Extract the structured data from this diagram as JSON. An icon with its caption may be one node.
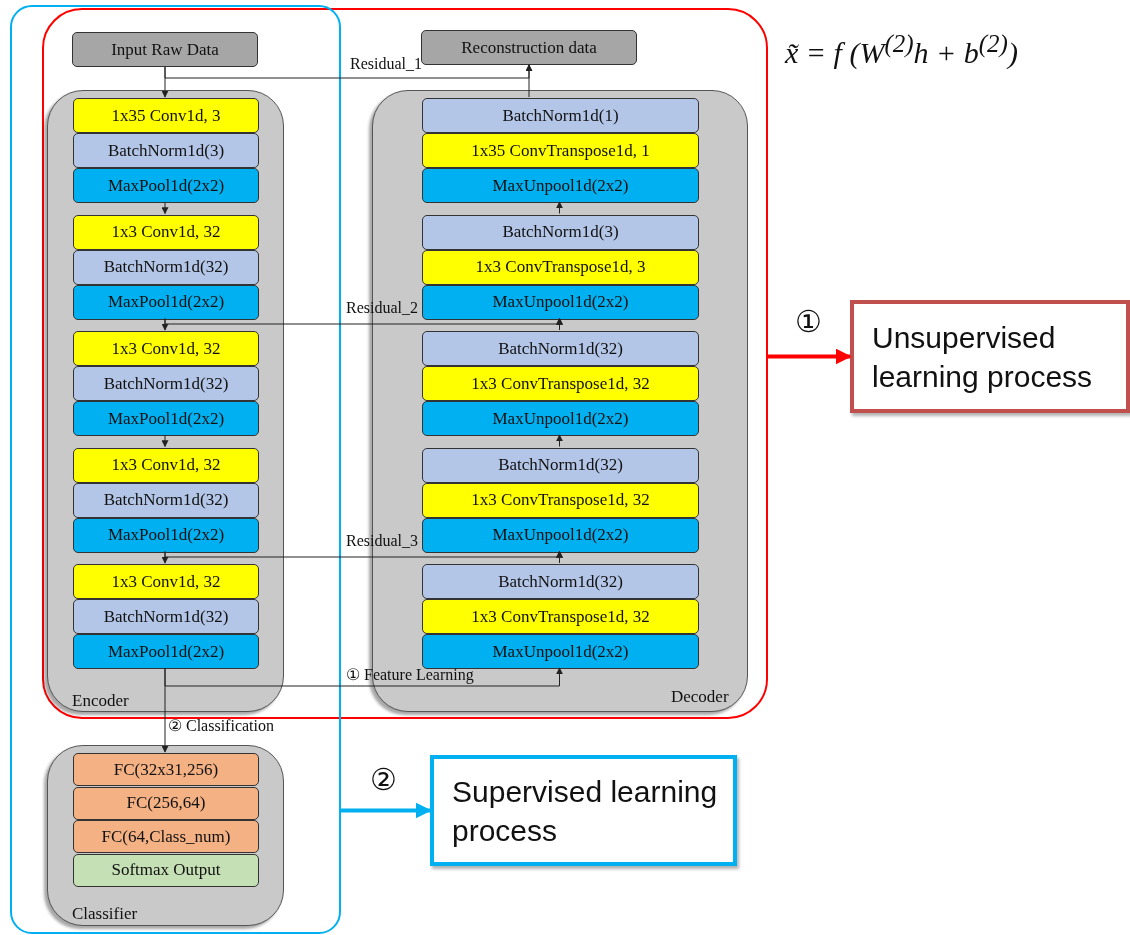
{
  "diagram": {
    "nodes": [
      {
        "text": [
          "Input Raw Data"
        ]
      },
      {
        "text": [
          "Reconstruction data"
        ]
      },
      {
        "text": [
          "Encoder"
        ]
      },
      {
        "text": [
          "1x35 Conv1d, 3"
        ],
        "in": 2
      },
      {
        "text": [
          "BatchNorm1d(3)"
        ],
        "in": 2
      },
      {
        "text": [
          "MaxPool1d(2x2)"
        ],
        "in": 2
      },
      {
        "text": [
          "1x3 Conv1d, 32"
        ],
        "in": 2
      },
      {
        "text": [
          "BatchNorm1d(32)"
        ],
        "in": 2
      },
      {
        "text": [
          "MaxPool1d(2x2)"
        ],
        "in": 2
      },
      {
        "text": [
          "1x3 Conv1d, 32"
        ],
        "in": 2
      },
      {
        "text": [
          "BatchNorm1d(32)"
        ],
        "in": 2
      },
      {
        "text": [
          "MaxPool1d(2x2)"
        ],
        "in": 2
      },
      {
        "text": [
          "1x3 Conv1d, 32"
        ],
        "in": 2
      },
      {
        "text": [
          "BatchNorm1d(32)"
        ],
        "in": 2
      },
      {
        "text": [
          "MaxPool1d(2x2)"
        ],
        "in": 2
      },
      {
        "text": [
          "1x3 Conv1d, 32"
        ],
        "in": 2
      },
      {
        "text": [
          "BatchNorm1d(32)"
        ],
        "in": 2
      },
      {
        "text": [
          "MaxPool1d(2x2)"
        ],
        "in": 2
      },
      {
        "text": [
          "Decoder"
        ]
      },
      {
        "text": [
          "BatchNorm1d(1)"
        ],
        "in": 18
      },
      {
        "text": [
          "1x35 ConvTranspose1d, 1"
        ],
        "in": 18
      },
      {
        "text": [
          "MaxUnpool1d(2x2)"
        ],
        "in": 18
      },
      {
        "text": [
          "BatchNorm1d(3)"
        ],
        "in": 18
      },
      {
        "text": [
          "1x3 ConvTranspose1d, 3"
        ],
        "in": 18
      },
      {
        "text": [
          "MaxUnpool1d(2x2)"
        ],
        "in": 18
      },
      {
        "text": [
          "BatchNorm1d(32)"
        ],
        "in": 18
      },
      {
        "text": [
          "1x3 ConvTranspose1d, 32"
        ],
        "in": 18
      },
      {
        "text": [
          "MaxUnpool1d(2x2)"
        ],
        "in": 18
      },
      {
        "text": [
          "BatchNorm1d(32)"
        ],
        "in": 18
      },
      {
        "text": [
          "1x3 ConvTranspose1d, 32"
        ],
        "in": 18
      },
      {
        "text": [
          "MaxUnpool1d(2x2)"
        ],
        "in": 18
      },
      {
        "text": [
          "BatchNorm1d(32)"
        ],
        "in": 18
      },
      {
        "text": [
          "1x3 ConvTranspose1d, 32"
        ],
        "in": 18
      },
      {
        "text": [
          "MaxUnpool1d(2x2)"
        ],
        "in": 18
      },
      {
        "text": [
          "Classifier"
        ]
      },
      {
        "text": [
          "FC(32x31,256)"
        ],
        "in": 34
      },
      {
        "text": [
          "FC(256,64)"
        ],
        "in": 34
      },
      {
        "text": [
          "FC(64,Class_num)"
        ],
        "in": 34
      },
      {
        "text": [
          "Softmax Output"
        ],
        "in": 34
      },
      {
        "text": [
          "Unsupervised learning process"
        ],
        "beside": [
          "①"
        ]
      },
      {
        "text": [
          "Supervised learning process"
        ],
        "beside": [
          "②"
        ]
      }
    ],
    "edges": [
      {
        "from": 0,
        "to": 3,
        "arrow": "to"
      },
      {
        "from": 5,
        "to": 6,
        "arrow": "to"
      },
      {
        "from": 8,
        "to": 9,
        "arrow": "to"
      },
      {
        "from": 11,
        "to": 12,
        "arrow": "to"
      },
      {
        "from": 14,
        "to": 15,
        "arrow": "to"
      },
      {
        "from": 0,
        "to": 1,
        "arrow": "to",
        "label": "Residual_1"
      },
      {
        "from": 8,
        "to": 24,
        "arrow": "to",
        "label": "Residual_2"
      },
      {
        "from": 14,
        "to": 30,
        "arrow": "to",
        "label": "Residual_3"
      },
      {
        "from": 17,
        "to": 33,
        "arrow": "to",
        "label": "① Feature Learning"
      },
      {
        "from": 17,
        "to": 35,
        "arrow": "to",
        "label": "② Classification"
      },
      {
        "from": 31,
        "to": 30,
        "arrow": "to"
      },
      {
        "from": 28,
        "to": 27,
        "arrow": "to"
      },
      {
        "from": 25,
        "to": 24,
        "arrow": "to"
      },
      {
        "from": 22,
        "to": 21,
        "arrow": "to"
      },
      {
        "from": 19,
        "to": 1,
        "arrow": "to"
      },
      {
        "from": null,
        "to": 39,
        "arrow": "to",
        "style": "thick",
        "color": "#ff0000"
      },
      {
        "from": null,
        "to": 40,
        "arrow": "to",
        "style": "thick",
        "color": "#00b0f0"
      }
    ],
    "labels": [
      "x̃ = f (W$^{(2)}$h + b$^{(2)}$)"
    ]
  }
}
